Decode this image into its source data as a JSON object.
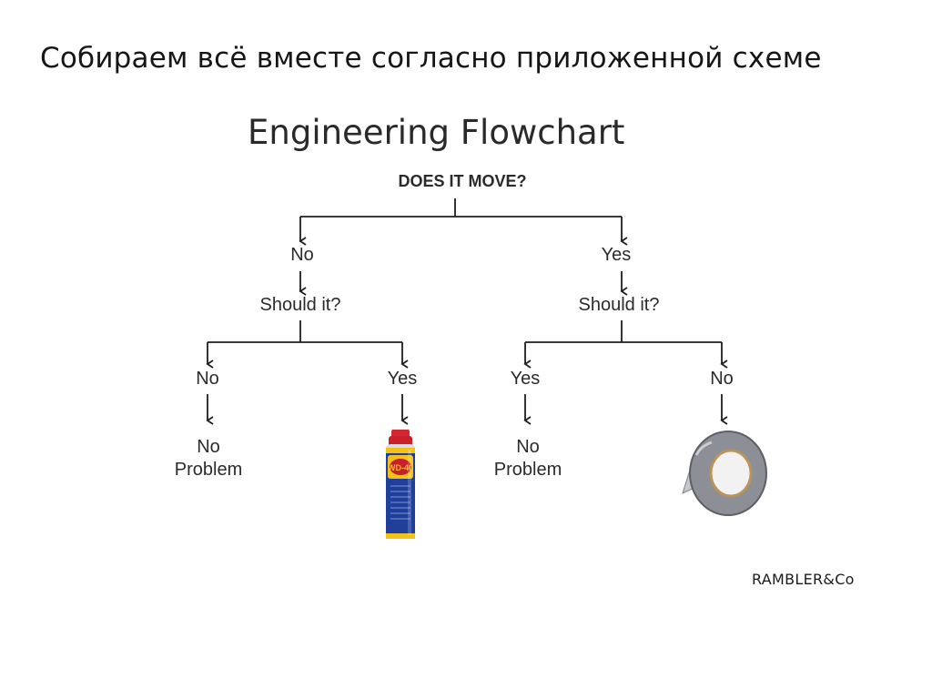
{
  "slide": {
    "title": "Собираем всё вместе согласно приложенной схеме",
    "brand": "RAMBLER&Co"
  },
  "flowchart": {
    "title": "Engineering Flowchart",
    "root": "DOES IT MOVE?",
    "left": {
      "answer": "No",
      "question": "Should it?",
      "left_answer": "No",
      "left_result": "No\nProblem",
      "right_answer": "Yes",
      "right_result_image": "wd40-can",
      "can_label": "WD-40"
    },
    "right": {
      "answer": "Yes",
      "question": "Should it?",
      "left_answer": "Yes",
      "left_result": "No\nProblem",
      "right_answer": "No",
      "right_result_image": "duct-tape-roll"
    }
  },
  "colors": {
    "line": "#1e1e1e",
    "can_blue": "#1f3f9a",
    "can_yellow": "#f2c21a",
    "can_red": "#c8202a",
    "tape_gray": "#8c8f95"
  }
}
